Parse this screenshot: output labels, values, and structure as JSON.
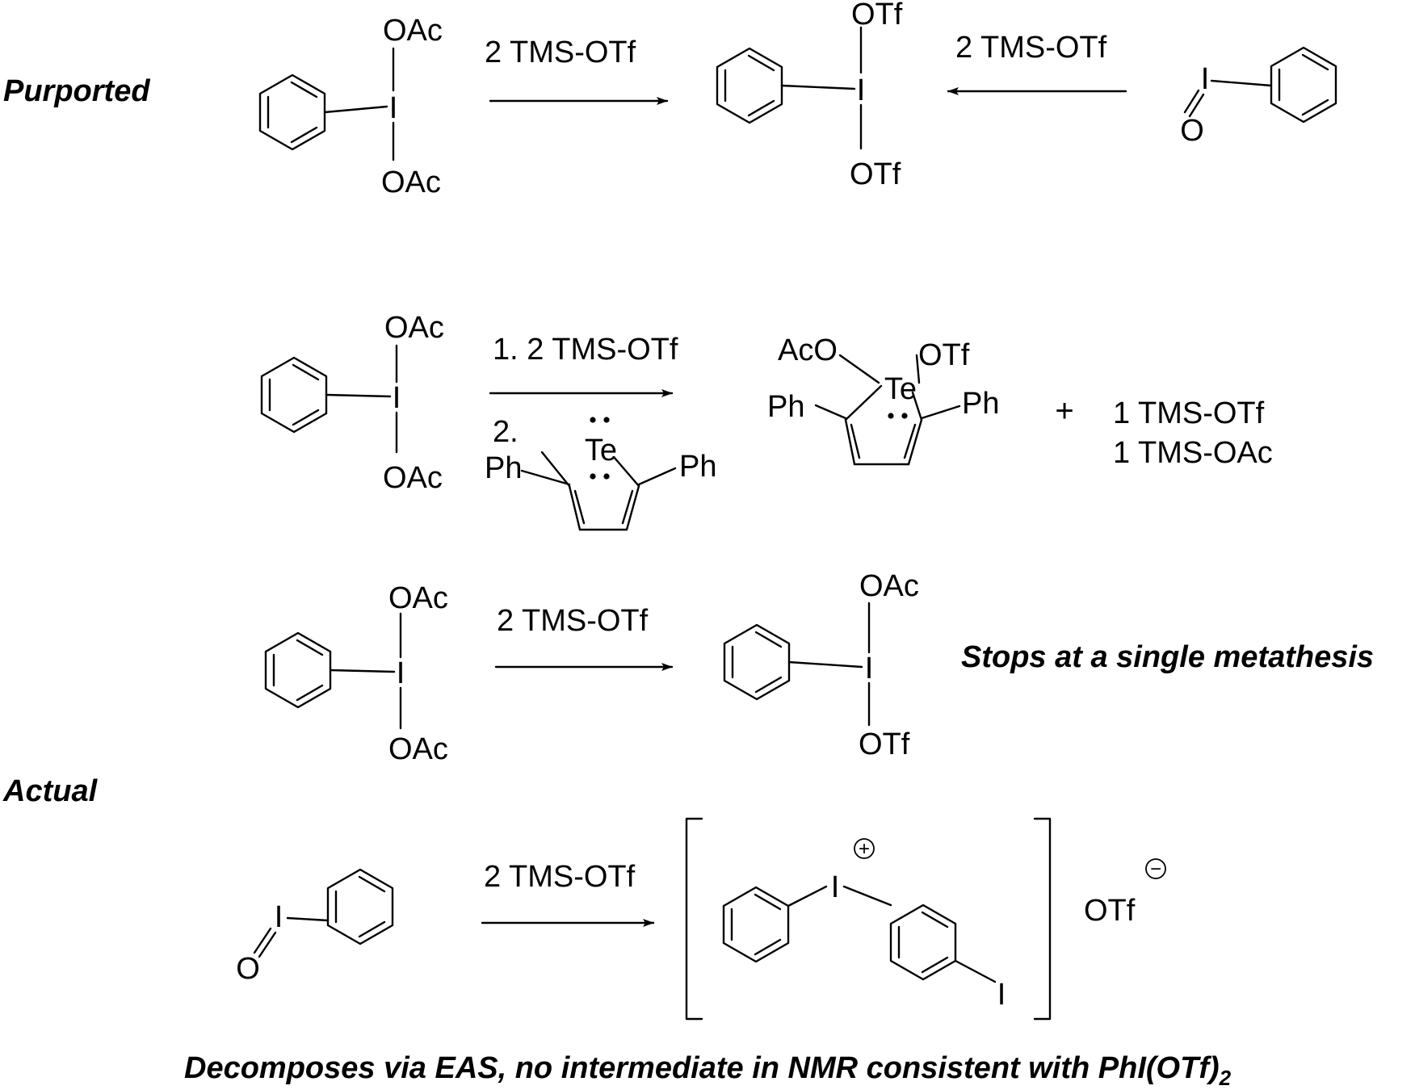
{
  "section_labels": {
    "purported": "Purported",
    "actual": "Actual"
  },
  "atoms": {
    "I": "I",
    "O": "O",
    "Te": "Te",
    "OAc": "OAc",
    "AcO": "AcO",
    "OTf": "OTf",
    "Ph": "Ph"
  },
  "charges": {
    "plus": "+",
    "minus": "−"
  },
  "reagents": {
    "tms_2": "2 TMS-OTf",
    "step1": "1. 2 TMS-OTf",
    "step2": "2."
  },
  "plus_sign": "+",
  "byproducts": [
    "1 TMS-OTf",
    "1 TMS-OAc"
  ],
  "notes": {
    "single_metathesis": "Stops at a single metathesis",
    "decomposes_prefix": "Decomposes via EAS, no intermediate in NMR consistent with PhI(OTf)",
    "decomposes_sub": "2"
  }
}
